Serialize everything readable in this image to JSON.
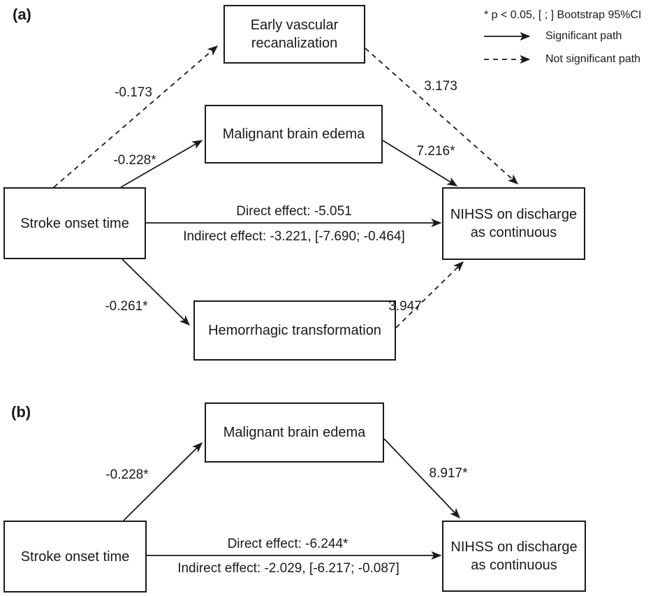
{
  "figure": {
    "background_color": "#ffffff",
    "line_color": "#1a1a1a"
  },
  "legend": {
    "note": "* p < 0.05, [ ; ] Bootstrap 95%CI",
    "significant_label": "Significant path",
    "not_significant_label": "Not significant path"
  },
  "panel_a": {
    "label": "(a)",
    "boxes": {
      "early_l1": "Early vascular",
      "early_l2": "recanalization",
      "edema": "Malignant brain edema",
      "stroke": "Stroke onset time",
      "nihss_l1": "NIHSS on discharge",
      "nihss_l2": "as continuous",
      "hemorrhagic": "Hemorrhagic transformation"
    },
    "paths": {
      "stroke_to_early": "-0.173",
      "stroke_to_edema": "-0.228*",
      "early_to_nihss": "3.173",
      "edema_to_nihss": "7.216*",
      "direct": "Direct effect: -5.051",
      "indirect": "Indirect effect: -3.221, [-7.690; -0.464]",
      "stroke_to_hemorrhagic": "-0.261*",
      "hemorrhagic_to_nihss": "3.947"
    }
  },
  "panel_b": {
    "label": "(b)",
    "boxes": {
      "edema": "Malignant brain edema",
      "stroke": "Stroke onset time",
      "nihss_l1": "NIHSS on discharge",
      "nihss_l2": "as continuous"
    },
    "paths": {
      "stroke_to_edema": "-0.228*",
      "edema_to_nihss": "8.917*",
      "direct": "Direct effect: -6.244*",
      "indirect": "Indirect effect: -2.029, [-6.217; -0.087]"
    }
  }
}
